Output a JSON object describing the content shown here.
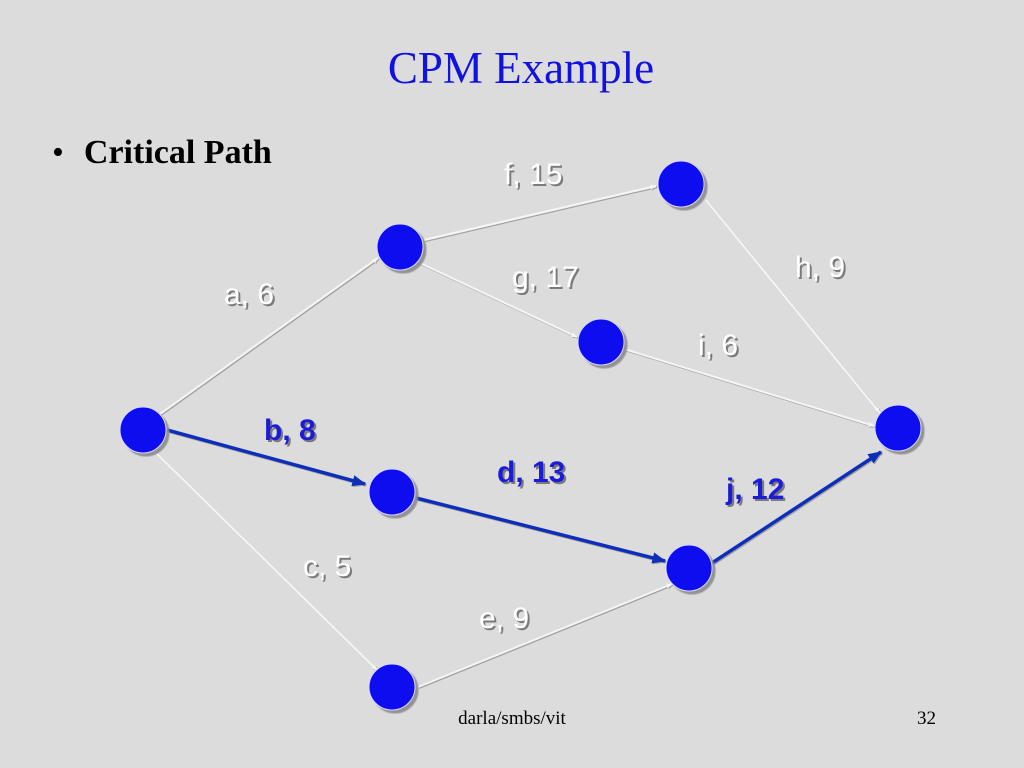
{
  "title": "CPM Example",
  "bullet": {
    "marker": "•",
    "text": "Critical Path"
  },
  "diagram": {
    "edges": [
      {
        "id": "a",
        "label": "a, 6",
        "critical": false
      },
      {
        "id": "b",
        "label": "b, 8",
        "critical": true
      },
      {
        "id": "c",
        "label": "c, 5",
        "critical": false
      },
      {
        "id": "d",
        "label": "d, 13",
        "critical": true
      },
      {
        "id": "e",
        "label": "e, 9",
        "critical": false
      },
      {
        "id": "f",
        "label": "f, 15",
        "critical": false
      },
      {
        "id": "g",
        "label": "g, 17",
        "critical": false
      },
      {
        "id": "h",
        "label": "h, 9",
        "critical": false
      },
      {
        "id": "i",
        "label": "i, 6",
        "critical": false
      },
      {
        "id": "j",
        "label": "j, 12",
        "critical": true
      }
    ],
    "colors": {
      "node": "#0a0af0",
      "critical_edge": "#0a2fb8",
      "normal_edge": "#f5f5f5",
      "critical_label": "#1a1ad6",
      "normal_label": "#ffffff"
    }
  },
  "footer": "darla/smbs/vit",
  "page_number": "32"
}
